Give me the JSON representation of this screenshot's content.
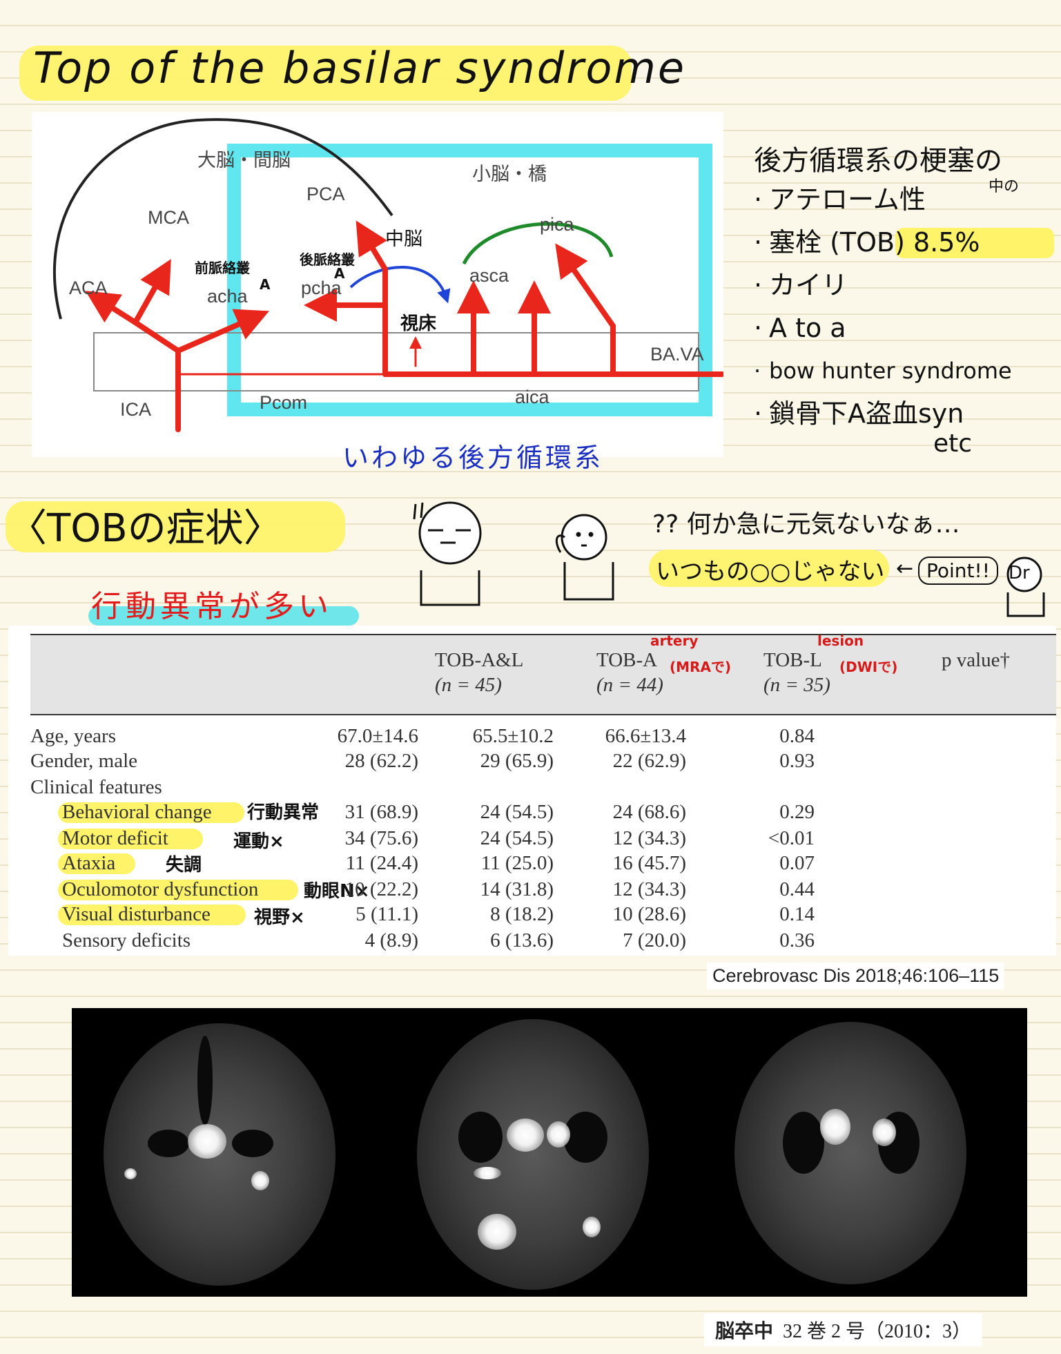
{
  "title": "Top of the basilar syndrome",
  "diagram": {
    "labels": {
      "cerebrum": "大脳・間脳",
      "cerebellum": "小脳・橋",
      "pca": "PCA",
      "mca": "MCA",
      "aca": "ACA",
      "acha": "acha",
      "pcha": "pcha",
      "midbrain": "中脳",
      "pica": "pica",
      "asca": "asca",
      "ica": "ICA",
      "pcom": "Pcom",
      "aica": "aica",
      "bava": "BA.VA"
    },
    "notes": {
      "anterior_choroidal": "前脈絡叢",
      "anterior_a": "A",
      "posterior_choroidal": "後脈絡叢",
      "posterior_a": "A",
      "thalamus": "視床"
    },
    "colors": {
      "artery": "#e8261c",
      "frame": "#5fe6ee",
      "cerebellar_arc": "#1e8a2a",
      "pcha_arc": "#1e44d8"
    }
  },
  "posterior_caption": "いわゆる後方循環系",
  "right_notes": {
    "title": "後方循環系の梗塞の",
    "middle_note": "中の",
    "items": [
      "アテローム性",
      "塞栓 (TOB)  8.5%",
      "カイリ",
      "A to a",
      "bow hunter syndrome",
      "鎖骨下A盗血syn"
    ],
    "etc": "etc"
  },
  "tob_section": {
    "title": "〈TOBの症状〉",
    "behavior_many": "行動異常が多い",
    "sudden_text": "??  何か急に元気ないなぁ…",
    "usual_text": "いつもの○○じゃない",
    "point_label": "Point!!",
    "dr_label": "Dr"
  },
  "table": {
    "columns": [
      {
        "name": "TOB-A&L",
        "n": "(n = 45)"
      },
      {
        "name": "TOB-A",
        "n": "(n = 44)"
      },
      {
        "name": "TOB-L",
        "n": "(n = 35)"
      },
      {
        "name": "p value†",
        "n": ""
      }
    ],
    "col_notes": {
      "artery": "artery",
      "mra": "(MRAで)",
      "lesion": "lesion",
      "dwi": "(DWIで)"
    },
    "rows": [
      {
        "label": "Age, years",
        "values": [
          "67.0±14.6",
          "65.5±10.2",
          "66.6±13.4",
          "0.84"
        ]
      },
      {
        "label": "Gender, male",
        "values": [
          "28 (62.2)",
          "29 (65.9)",
          "22 (62.9)",
          "0.93"
        ]
      },
      {
        "label": "Clinical features",
        "values": [
          "",
          "",
          "",
          ""
        ]
      },
      {
        "label": "Behavioral change",
        "values": [
          "31 (68.9)",
          "24 (54.5)",
          "24 (68.6)",
          "0.29"
        ],
        "note": "行動異常"
      },
      {
        "label": "Motor deficit",
        "values": [
          "34 (75.6)",
          "24 (54.5)",
          "12 (34.3)",
          "<0.01"
        ],
        "note": "運動×"
      },
      {
        "label": "Ataxia",
        "values": [
          "11 (24.4)",
          "11 (25.0)",
          "16 (45.7)",
          "0.07"
        ],
        "note": "失調"
      },
      {
        "label": "Oculomotor dysfunction",
        "values": [
          "10 (22.2)",
          "14 (31.8)",
          "12 (34.3)",
          "0.44"
        ],
        "note": "動眼N×"
      },
      {
        "label": "Visual disturbance",
        "values": [
          "5 (11.1)",
          "8 (18.2)",
          "10 (28.6)",
          "0.14"
        ],
        "note": "視野×"
      },
      {
        "label": "Sensory deficits",
        "values": [
          "4 (8.9)",
          "6 (13.6)",
          "7 (20.0)",
          "0.36"
        ]
      }
    ]
  },
  "citation1": "Cerebrovasc Dis 2018;46:106–115",
  "citation2_bold": "脳卒中",
  "citation2_rest": "32 巻 2 号（2010：3）"
}
